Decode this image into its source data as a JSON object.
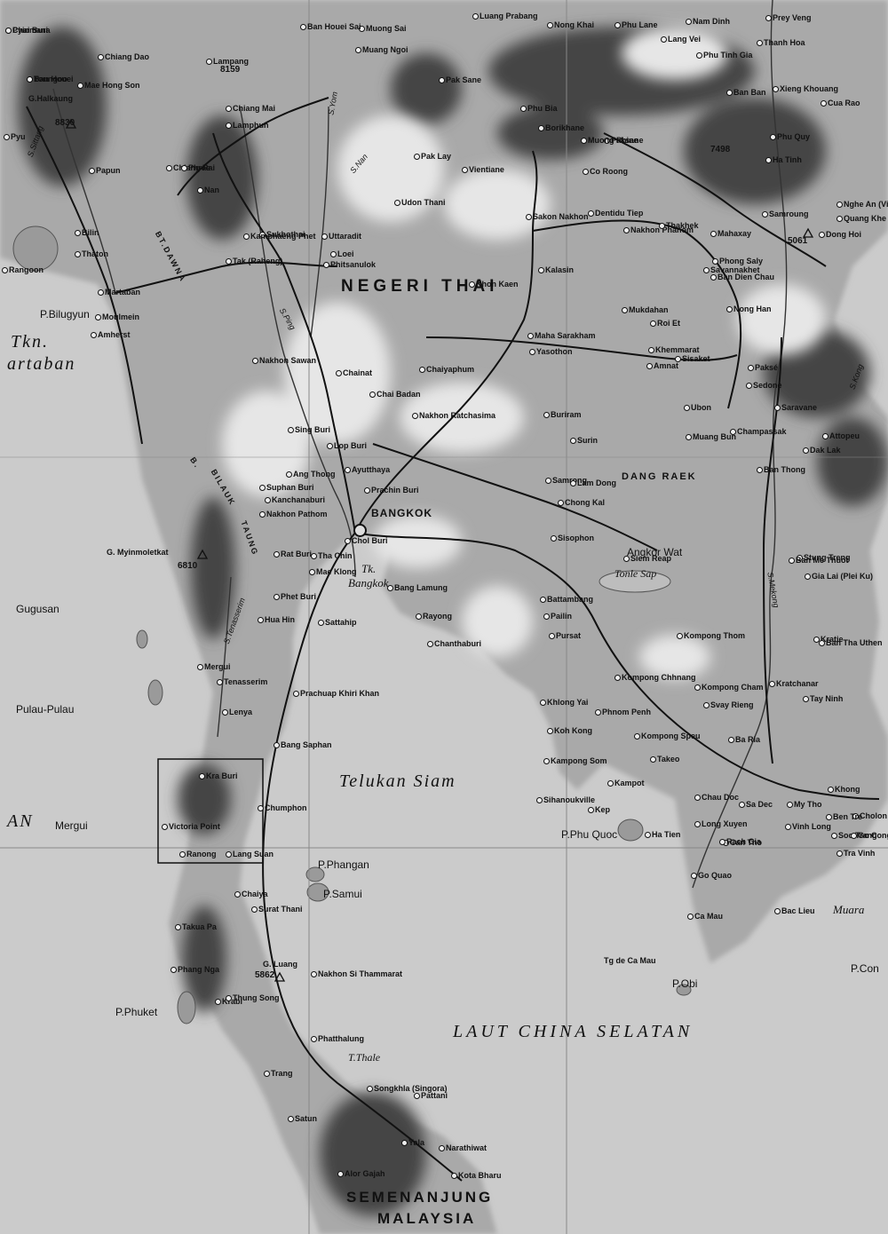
{
  "map": {
    "country_label": "NEGERI THAI",
    "capital": "BANGKOK",
    "seas": {
      "gulf": "Telukan Siam",
      "south_china_sea": "LAUT CHINA SELATAN",
      "martaban_1": "Tkn.",
      "martaban_2": "artaban",
      "andaman": "AN",
      "mergui": "Mergui",
      "bight": "Tk.",
      "bight2": "Bangkok",
      "thale": "T.Thale",
      "tonle_sap": "Tonle Sap",
      "muara": "Muara"
    },
    "islands": {
      "gugusan": "Gugusan",
      "pulau_pulau": "Pulau-Pulau",
      "bilugyun": "P.Bilugyun",
      "phangan": "P.Phangan",
      "samui": "P.Samui",
      "phuket": "P.Phuket",
      "phu_quoc": "P.Phu Quoc",
      "obi": "P.Obi",
      "con": "P.Con",
      "ca_mau": "Tg de Ca Mau"
    },
    "peninsula_1": "SEMENANJUNG",
    "peninsula_2": "MALAYSIA",
    "ranges": {
      "dang_raek": "DANG RAEK",
      "bilauktaung_1": "B.",
      "bilauktaung_2": "BILAUK",
      "bilauktaung_3": "TAUNG",
      "dawna": "BT.DAWNA",
      "angkor": "Angkor Wat"
    },
    "peaks": {
      "hkaung": "G.Halkaung",
      "p8830": "8830",
      "p8159": "8159",
      "myinmoletkat": "G. Myinmoletkat",
      "p6810": "6810",
      "p7498": "7498",
      "p5061": "5061",
      "p5862": "5862",
      "luang": "G. Luang"
    },
    "rivers": {
      "sittang": "S.Sittang",
      "ping": "S.Ping",
      "yom": "S.Yom",
      "nan": "S.Nan",
      "tenasserim": "S.Tenasserim",
      "mekong": "S.Mekong",
      "song_kong": "S.Kong"
    },
    "towns": [
      "Pyinmana",
      "Toungoo",
      "Pyu",
      "Papun",
      "Bilin",
      "Rangoon",
      "Thaton",
      "Martaban",
      "Moulmein",
      "Amherst",
      "Chiang Dao",
      "Mae Hong Son",
      "Chiang Mai",
      "Lamphun",
      "Lampang",
      "Chiang Rai",
      "Nan",
      "Phrae",
      "Uttaradit",
      "Sukhothai",
      "Tak (Raheng)",
      "Phitsanulok",
      "Kamphaeng Phet",
      "Nakhon Sawan",
      "Chainat",
      "Chai Badan",
      "Sing Buri",
      "Lop Buri",
      "Ang Thong",
      "Ayutthaya",
      "Suphan Buri",
      "Kanchanaburi",
      "Nakhon Pathom",
      "Prachin Buri",
      "Chol Buri",
      "Rat Buri",
      "Tha Chin",
      "Mae Klong",
      "Phet Buri",
      "Bang Lamung",
      "Sattahip",
      "Rayong",
      "Chanthaburi",
      "Hua Hin",
      "Prachuap Khiri Khan",
      "Bang Saphan",
      "Mergui",
      "Tenasserim",
      "Lenya",
      "Victoria Point",
      "Kra Buri",
      "Ranong",
      "Chumphon",
      "Lang Suan",
      "Chaiya",
      "Surat Thani",
      "Takua Pa",
      "Phang Nga",
      "Krabi",
      "Thung Song",
      "Nakhon Si Thammarat",
      "Phatthalung",
      "Songkhla (Singora)",
      "Pattani",
      "Yala",
      "Narathiwat",
      "Kota Bharu",
      "Alor Gajah",
      "Trang",
      "Satun",
      "Luang Prabang",
      "Muong Sai",
      "Ban Houei Sai",
      "Muang Ngoi",
      "Pak Lay",
      "Phu Bia",
      "Borikhane",
      "Paksane",
      "Vientiane",
      "Nong Khai",
      "Udon Thani",
      "Khon Kaen",
      "Loei",
      "Sakon Nakhon",
      "Nakhon Phanom",
      "Mahaxay",
      "Thakhek",
      "Savannakhet",
      "Mukdahan",
      "Kalasin",
      "Maha Sarakham",
      "Roi Et",
      "Yasothon",
      "Khemmarat",
      "Amnat",
      "Chaiyaphum",
      "Nakhon Ratchasima",
      "Buriram",
      "Surin",
      "Ubon",
      "Muang Bun",
      "Champassak",
      "Sedone",
      "Paksé",
      "Sisaket",
      "Samrong",
      "Chong Kal",
      "Sisophon",
      "Siem Reap",
      "Battambang",
      "Pailin",
      "Pursat",
      "Kompong Chhnang",
      "Kompong Thom",
      "Kompong Cham",
      "Kratie",
      "Stung Treng",
      "Phnom Penh",
      "Kompong Speu",
      "Takeo",
      "Kampot",
      "Kep",
      "Ha Tien",
      "Long Xuyen",
      "Chau Doc",
      "Can Tho",
      "Sa Dec",
      "My Tho",
      "Vinh Long",
      "Tra Vinh",
      "Soc Trang",
      "Bac Lieu",
      "Ca Mau",
      "Rach Gia",
      "Go Quao",
      "Kampong Som",
      "Sihanoukville",
      "Koh Kong",
      "Khlong Yai",
      "Tay Ninh",
      "Kratchanar",
      "Svay Rieng",
      "Gia Lai (Plei Ku)",
      "Ban Me Thuot",
      "Dak Lak",
      "Attopeu",
      "Saravane",
      "Khong",
      "Cholon",
      "Go Cong",
      "Ben Tre",
      "Ba Ria",
      "Prey Veng",
      "Thanh Hoa",
      "Phu Tinh Gia",
      "Phu Quy",
      "Ha Tinh",
      "Nghe An (Vinh)",
      "Quang Khe",
      "Dong Hoi",
      "Lang Vei",
      "Cua Rao",
      "Nam Dinh",
      "Ban Ban",
      "Xieng Khouang",
      "Phong Saly",
      "Ban Dien Chau",
      "Dentidu Tiep",
      "Phu Lane",
      "Ban Tha Uthen",
      "Nong Han",
      "Lam Dong",
      "Ban Thong",
      "Samroung",
      "Muong Phine",
      "Co Roong",
      "Pak Sane",
      "Chai Buri",
      "Ban Houei"
    ]
  }
}
